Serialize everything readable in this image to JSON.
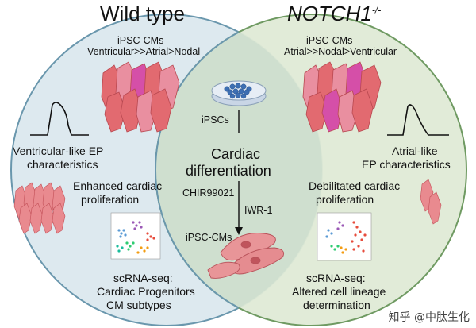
{
  "left": {
    "title": "Wild type",
    "cell_type": "iPSC-CMs",
    "subtype_order": "Ventricular>>Atrial>Nodal",
    "ep_line1": "Ventricular-like EP",
    "ep_line2": "characteristics",
    "prolif_line1": "Enhanced cardiac",
    "prolif_line2": "proliferation",
    "seq_line1": "scRNA-seq:",
    "seq_line2": "Cardiac Progenitors",
    "seq_line3": "CM subtypes"
  },
  "right": {
    "title_gene": "NOTCH1",
    "title_sup": "-/-",
    "cell_type": "iPSC-CMs",
    "subtype_order": "Atrial>>Nodal>Ventricular",
    "ep_line1": "Atrial-like",
    "ep_line2": "EP characteristics",
    "prolif_line1": "Debilitated cardiac",
    "prolif_line2": "proliferation",
    "seq_line1": "scRNA-seq:",
    "seq_line2": "Altered cell lineage",
    "seq_line3": "determination"
  },
  "center": {
    "ipscs": "iPSCs",
    "diff_line1": "Cardiac",
    "diff_line2": "differentiation",
    "chir": "CHIR99021",
    "iwr": "IWR-1",
    "product": "iPSC-CMs"
  },
  "watermark": "知乎 @中肽生化",
  "colors": {
    "left_fill": "#dde9ef",
    "left_stroke": "#6a97ad",
    "right_fill": "#dfead6",
    "right_stroke": "#6f9a62",
    "overlap_fill": "#cfdfcf",
    "cm_red": "#e26a70",
    "cm_pink": "#e98fa0",
    "cm_magenta": "#d54fa8",
    "dish_blue": "#3d6fb3"
  }
}
